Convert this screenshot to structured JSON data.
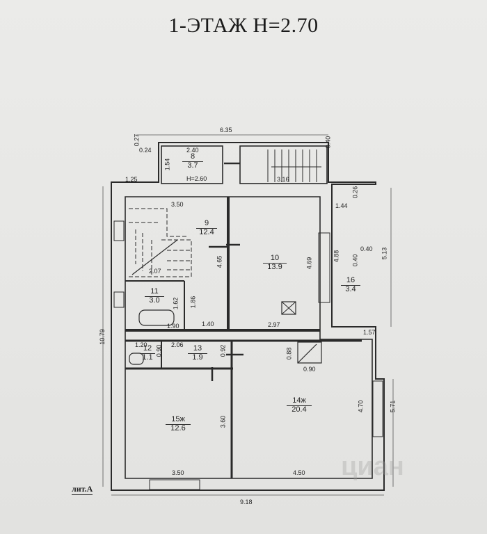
{
  "title": "1-ЭТАЖ  Н=2.70",
  "label_lit": "лит.А",
  "watermark": "циан",
  "rooms": [
    {
      "id": "8",
      "area": "3.7",
      "height": "Н=2.60"
    },
    {
      "id": "9",
      "area": "12.4"
    },
    {
      "id": "10",
      "area": "13.9"
    },
    {
      "id": "11",
      "area": "3.0"
    },
    {
      "id": "12",
      "area": "1.1"
    },
    {
      "id": "13",
      "area": "1.9"
    },
    {
      "id": "14ж",
      "area": "20.4"
    },
    {
      "id": "15ж",
      "area": "12.6"
    },
    {
      "id": "16",
      "area": "3.4"
    }
  ],
  "dims": {
    "d635": "6.35",
    "d027": "0.27",
    "d024": "0.24",
    "d240": "2.40",
    "d154": "1.54",
    "d040a": "0.40",
    "d316": "3.16",
    "d125": "1.25",
    "d026": "0.26",
    "d144": "1.44",
    "d350a": "3.50",
    "d465": "4.65",
    "d469": "4.69",
    "d488": "4.88",
    "d040b": "0.40",
    "d040c": "0.40",
    "d513": "5.13",
    "d207": "2.07",
    "d162": "1.62",
    "d186": "1.86",
    "d190": "1.90",
    "d140": "1.40",
    "d297": "2.97",
    "d157": "1.57",
    "d1079": "10.79",
    "d120": "1.20",
    "d090a": "0.90",
    "d206": "2.06",
    "d092": "0.92",
    "d088": "0.88",
    "d090b": "0.90",
    "d360": "3.60",
    "d470": "4.70",
    "d571": "5.71",
    "d350b": "3.50",
    "d450": "4.50",
    "d918": "9.18"
  }
}
